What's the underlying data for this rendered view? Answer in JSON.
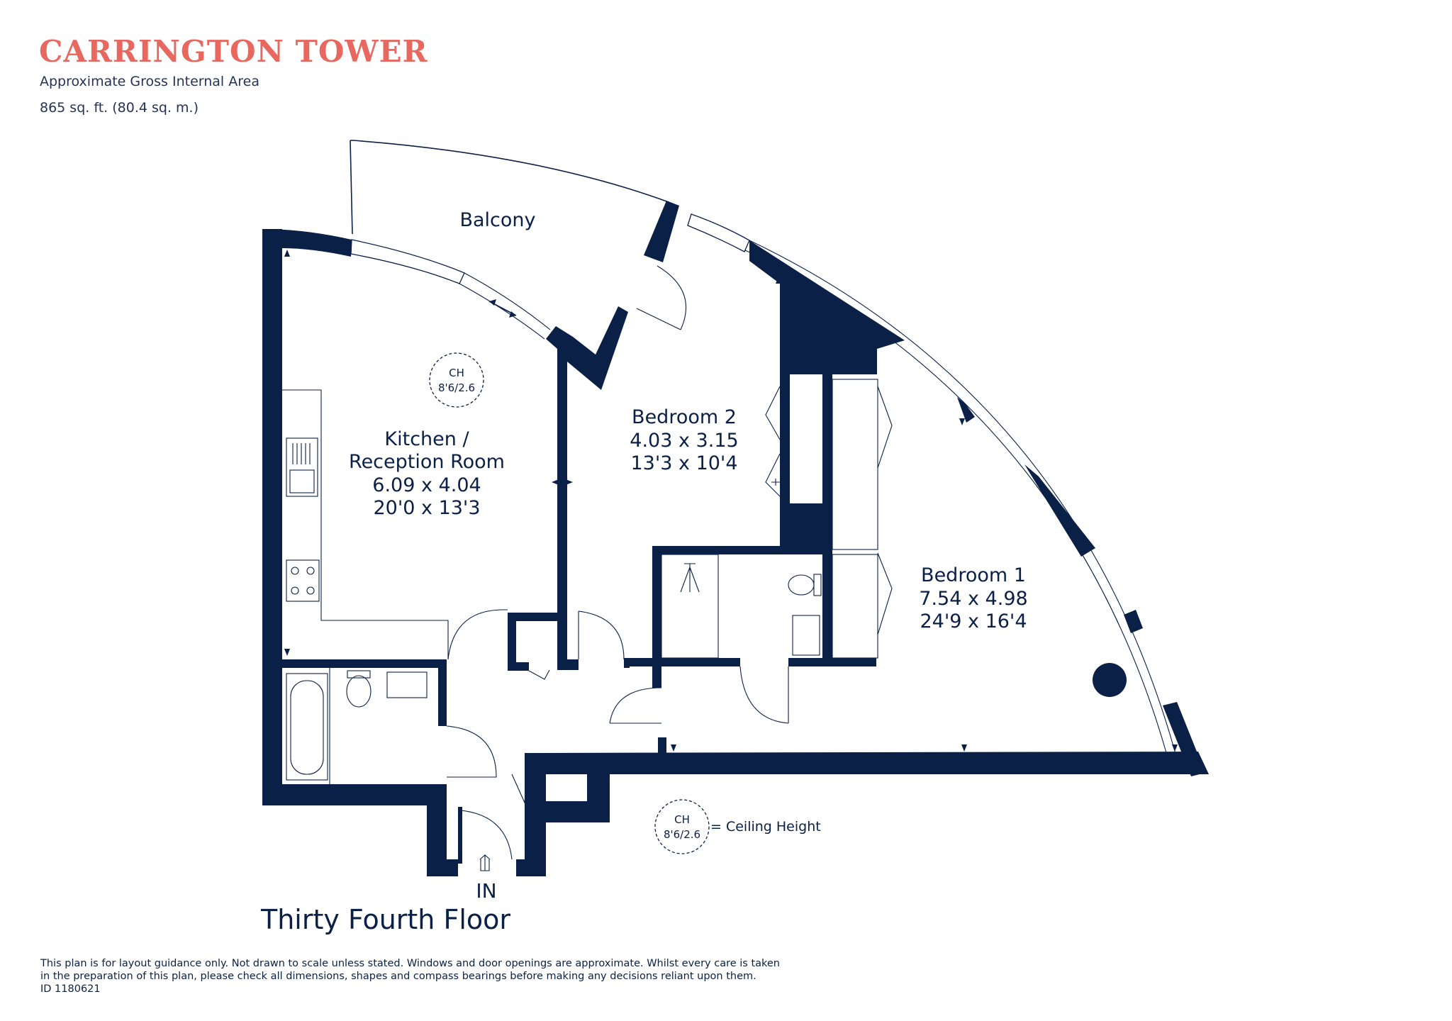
{
  "header": {
    "title": "CARRINGTON TOWER",
    "area_label": "Approximate Gross Internal Area",
    "area_value": "865 sq. ft. (80.4 sq. m.)"
  },
  "rooms": {
    "balcony": "Balcony",
    "kitchen": {
      "name_line1": "Kitchen /",
      "name_line2": "Reception Room",
      "metric": "6.09 x 4.04",
      "imperial": "20'0 x 13'3"
    },
    "bedroom2": {
      "name": "Bedroom 2",
      "metric": "4.03 x 3.15",
      "imperial": "13'3 x 10'4"
    },
    "bedroom1": {
      "name": "Bedroom 1",
      "metric": "7.54 x 4.98",
      "imperial": "24'9 x 16'4"
    }
  },
  "ceiling": {
    "code": "CH",
    "value": "8'6/2.6",
    "legend": "= Ceiling Height"
  },
  "entrance": "IN",
  "floor_name": "Thirty Fourth Floor",
  "disclaimer": {
    "line1": "This plan is for layout guidance only. Not drawn to scale unless stated. Windows and door openings are approximate. Whilst every care is taken",
    "line2": "in the preparation of this plan, please check all dimensions, shapes and compass bearings before making any decisions reliant upon them.",
    "id": "ID 1180621"
  },
  "colors": {
    "brand": "#e8675f",
    "wall": "#0b2047"
  }
}
